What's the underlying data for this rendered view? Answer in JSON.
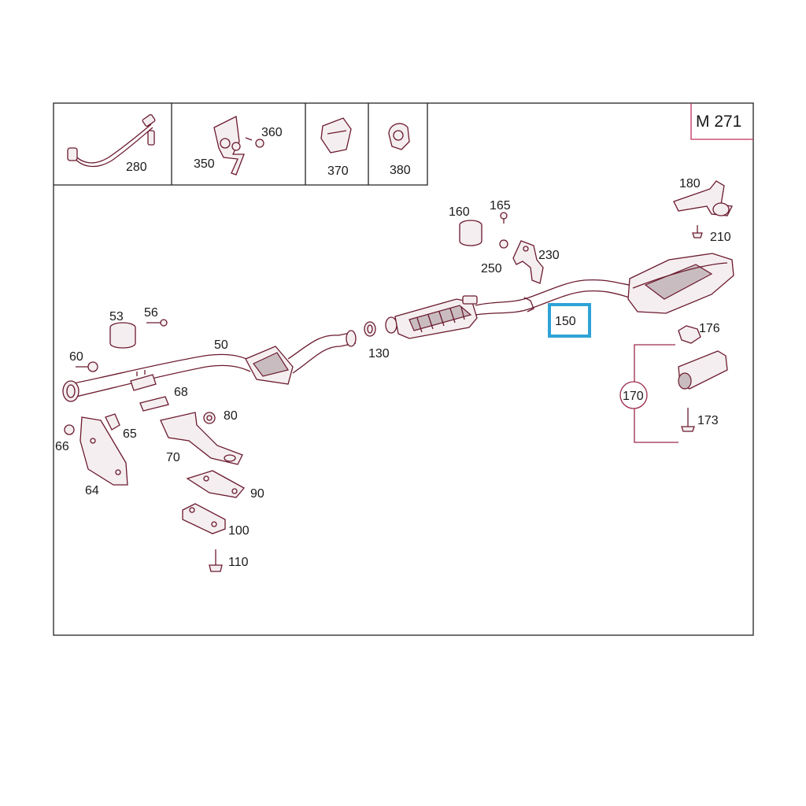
{
  "diagram": {
    "model_code": "M 271",
    "colors": {
      "line": "#6b1a2e",
      "leader": "#9b2a4a",
      "highlight": "#2ea3d6",
      "frame": "#222222"
    },
    "inset_labels": [
      "280",
      "350",
      "360",
      "370",
      "380"
    ],
    "parts": {
      "p50": "50",
      "p53": "53",
      "p56": "56",
      "p60": "60",
      "p64": "64",
      "p65": "65",
      "p66": "66",
      "p68": "68",
      "p70": "70",
      "p80": "80",
      "p90": "90",
      "p100": "100",
      "p110": "110",
      "p130": "130",
      "p150": "150",
      "p160": "160",
      "p165": "165",
      "p170": "170",
      "p173": "173",
      "p176": "176",
      "p180": "180",
      "p210": "210",
      "p230": "230",
      "p250": "250"
    },
    "highlighted_part": "150"
  }
}
